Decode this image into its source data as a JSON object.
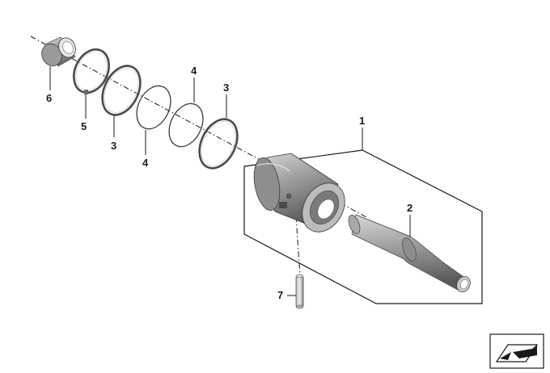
{
  "callouts": {
    "c1": "1",
    "c2": "2",
    "c3a": "3",
    "c3b": "3",
    "c4a": "4",
    "c4b": "4",
    "c5": "5",
    "c6": "6",
    "c7": "7"
  },
  "colors": {
    "part_dark": "#555555",
    "part_mid": "#8c8c8c",
    "part_light": "#c4c4c4",
    "line": "#1a1a1a"
  },
  "icons": {
    "corner": "folder-arrow-icon"
  }
}
